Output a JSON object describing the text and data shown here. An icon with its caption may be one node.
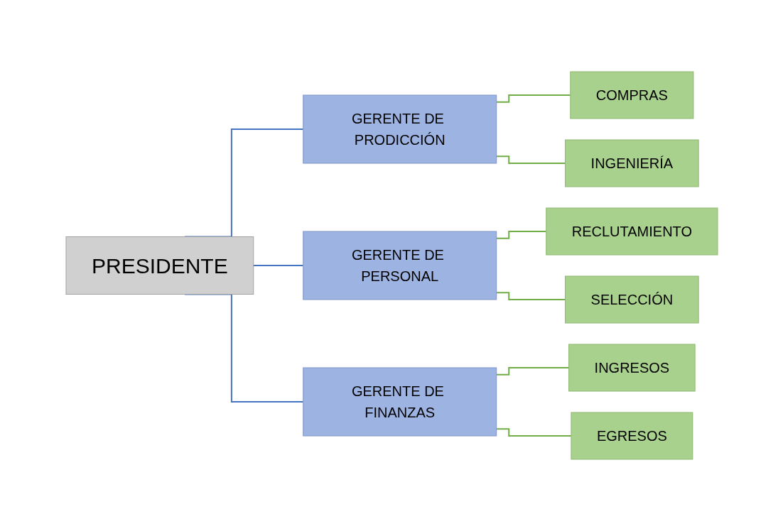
{
  "diagram": {
    "nodes": [
      {
        "text": [
          "PRESIDENTE"
        ]
      },
      {
        "text": [
          "GERENTE DE PRODICCIÓN"
        ]
      },
      {
        "text": [
          "GERENTE DE PERSONAL"
        ]
      },
      {
        "text": [
          "GERENTE DE FINANZAS"
        ]
      },
      {
        "text": [
          "COMPRAS"
        ]
      },
      {
        "text": [
          "INGENIERÍA"
        ]
      },
      {
        "text": [
          "RECLUTAMIENTO"
        ]
      },
      {
        "text": [
          "SELECCIÓN"
        ]
      },
      {
        "text": [
          "INGRESOS"
        ]
      },
      {
        "text": [
          "EGRESOS"
        ]
      }
    ],
    "edges": [
      {
        "from": 0,
        "to": 1,
        "arrow": "none",
        "color": "#4472c4"
      },
      {
        "from": 0,
        "to": 2,
        "arrow": "none",
        "color": "#4472c4"
      },
      {
        "from": 0,
        "to": 3,
        "arrow": "none",
        "color": "#4472c4"
      },
      {
        "from": 1,
        "to": 4,
        "arrow": "none"
      },
      {
        "from": 1,
        "to": 5,
        "arrow": "none"
      },
      {
        "from": 2,
        "to": 6,
        "arrow": "none"
      },
      {
        "from": 2,
        "to": 7,
        "arrow": "none"
      },
      {
        "from": 3,
        "to": 8,
        "arrow": "none"
      },
      {
        "from": 3,
        "to": 9,
        "arrow": "none"
      }
    ]
  }
}
